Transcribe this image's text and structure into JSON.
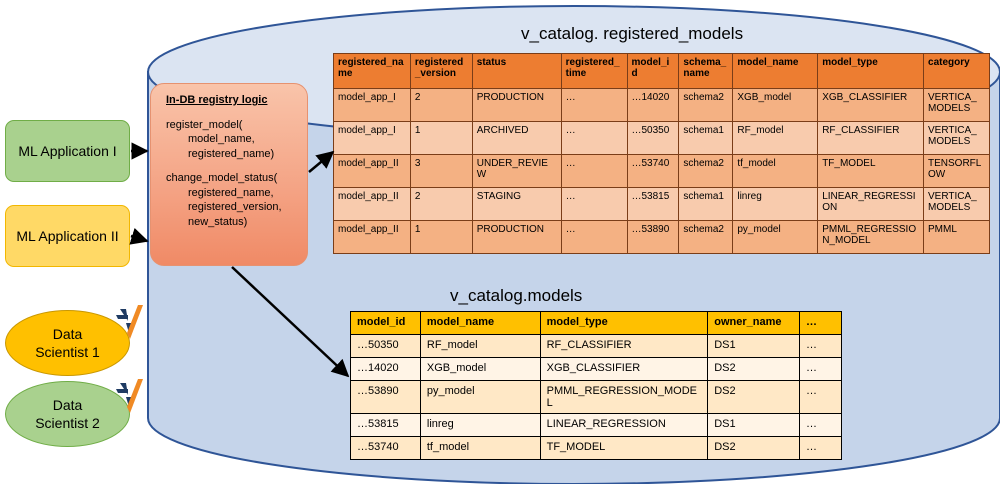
{
  "registry_title": "v_catalog. registered_models",
  "models_title": "v_catalog.models",
  "actors": {
    "app1": "ML Application I",
    "app2": "ML Application II",
    "ds1": "Data Scientist 1",
    "ds2": "Data Scientist 2"
  },
  "logic": {
    "heading": "In-DB registry logic",
    "fn1": "register_model(",
    "fn1_args": [
      "model_name,",
      "registered_name)"
    ],
    "fn2": "change_model_status(",
    "fn2_args": [
      "registered_name,",
      "registered_version,",
      "new_status)"
    ]
  },
  "registered_models": {
    "headers": [
      "registered_name",
      "registered_version",
      "status",
      "registered_time",
      "model_id",
      "schema_name",
      "model_name",
      "model_type",
      "category"
    ],
    "rows": [
      [
        "model_app_I",
        "2",
        "PRODUCTION",
        "…",
        "…14020",
        "schema2",
        "XGB_model",
        "XGB_CLASSIFIER",
        "VERTICA_MODELS"
      ],
      [
        "model_app_I",
        "1",
        "ARCHIVED",
        "…",
        "…50350",
        "schema1",
        "RF_model",
        "RF_CLASSIFIER",
        "VERTICA_MODELS"
      ],
      [
        "model_app_II",
        "3",
        "UNDER_REVIEW",
        "…",
        "…53740",
        "schema2",
        "tf_model",
        "TF_MODEL",
        "TENSORFLOW"
      ],
      [
        "model_app_II",
        "2",
        "STAGING",
        "…",
        "…53815",
        "schema1",
        "linreg",
        "LINEAR_REGRESSION",
        "VERTICA_MODELS"
      ],
      [
        "model_app_II",
        "1",
        "PRODUCTION",
        "…",
        "…53890",
        "schema2",
        "py_model",
        "PMML_REGRESSION_MODEL",
        "PMML"
      ]
    ]
  },
  "models": {
    "headers": [
      "model_id",
      "model_name",
      "model_type",
      "owner_name",
      "…"
    ],
    "rows": [
      [
        "…50350",
        "RF_model",
        "RF_CLASSIFIER",
        "DS1",
        "…"
      ],
      [
        "…14020",
        "XGB_model",
        "XGB_CLASSIFIER",
        "DS2",
        "…"
      ],
      [
        "…53890",
        "py_model",
        "PMML_REGRESSION_MODEL",
        "DS2",
        "…"
      ],
      [
        "…53815",
        "linreg",
        "LINEAR_REGRESSION",
        "DS1",
        "…"
      ],
      [
        "…53740",
        "tf_model",
        "TF_MODEL",
        "DS2",
        "…"
      ]
    ]
  },
  "colors": {
    "drum_fill": "#c5d4ea",
    "drum_stroke": "#2f5597",
    "registry_header": "#ed7d31",
    "models_header": "#ffc000"
  }
}
